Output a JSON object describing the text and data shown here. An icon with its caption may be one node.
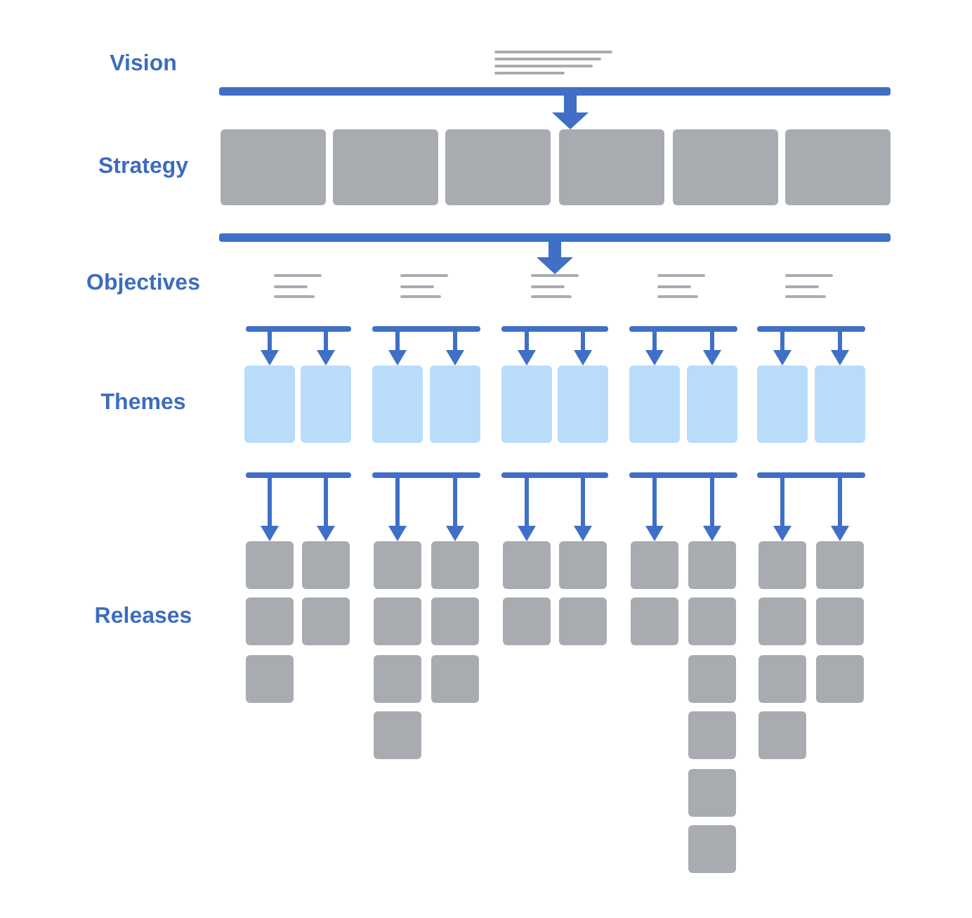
{
  "diagram": {
    "nodes": [
      {
        "text": [],
        "shape": "picture"
      },
      {
        "text": [],
        "shape": "bar"
      },
      {
        "text": [],
        "shape": "box"
      },
      {
        "text": [],
        "shape": "box"
      },
      {
        "text": [],
        "shape": "box"
      },
      {
        "text": [],
        "shape": "box"
      },
      {
        "text": [],
        "shape": "box"
      },
      {
        "text": [],
        "shape": "box"
      },
      {
        "text": [],
        "shape": "bar"
      },
      {
        "text": [],
        "shape": "picture"
      },
      {
        "text": [],
        "shape": "picture"
      },
      {
        "text": [],
        "shape": "picture"
      },
      {
        "text": [],
        "shape": "picture"
      },
      {
        "text": [],
        "shape": "picture"
      },
      {
        "text": [],
        "shape": "bar"
      },
      {
        "text": [],
        "shape": "bar"
      },
      {
        "text": [],
        "shape": "bar"
      },
      {
        "text": [],
        "shape": "bar"
      },
      {
        "text": [],
        "shape": "bar"
      },
      {
        "text": [],
        "shape": "box"
      },
      {
        "text": [],
        "shape": "box"
      },
      {
        "text": [],
        "shape": "box"
      },
      {
        "text": [],
        "shape": "box"
      },
      {
        "text": [],
        "shape": "box"
      },
      {
        "text": [],
        "shape": "box"
      },
      {
        "text": [],
        "shape": "box"
      },
      {
        "text": [],
        "shape": "box"
      },
      {
        "text": [],
        "shape": "box"
      },
      {
        "text": [],
        "shape": "box"
      },
      {
        "text": [],
        "shape": "bar"
      },
      {
        "text": [],
        "shape": "bar"
      },
      {
        "text": [],
        "shape": "bar"
      },
      {
        "text": [],
        "shape": "bar"
      },
      {
        "text": [],
        "shape": "bar"
      },
      {
        "text": [],
        "shape": "box"
      },
      {
        "text": [],
        "shape": "box"
      },
      {
        "text": [],
        "shape": "box"
      },
      {
        "text": [],
        "shape": "box"
      },
      {
        "text": [],
        "shape": "box"
      },
      {
        "text": [],
        "shape": "box"
      },
      {
        "text": [],
        "shape": "box"
      },
      {
        "text": [],
        "shape": "box"
      },
      {
        "text": [],
        "shape": "box"
      },
      {
        "text": [],
        "shape": "box"
      },
      {
        "text": [],
        "shape": "box"
      },
      {
        "text": [],
        "shape": "box"
      },
      {
        "text": [],
        "shape": "box"
      },
      {
        "text": [],
        "shape": "box"
      },
      {
        "text": [],
        "shape": "box"
      },
      {
        "text": [],
        "shape": "box"
      },
      {
        "text": [],
        "shape": "box"
      },
      {
        "text": [],
        "shape": "box"
      },
      {
        "text": [],
        "shape": "box"
      },
      {
        "text": [],
        "shape": "box"
      },
      {
        "text": [],
        "shape": "box"
      },
      {
        "text": [],
        "shape": "box"
      },
      {
        "text": [],
        "shape": "box"
      },
      {
        "text": [],
        "shape": "box"
      },
      {
        "text": [],
        "shape": "box"
      },
      {
        "text": [],
        "shape": "box"
      },
      {
        "text": [],
        "shape": "box"
      },
      {
        "text": [],
        "shape": "box"
      },
      {
        "text": [],
        "shape": "box"
      },
      {
        "text": [],
        "shape": "box"
      },
      {
        "text": [],
        "shape": "box"
      }
    ],
    "edges": [
      {
        "from": 1,
        "to": 5,
        "arrow": "to",
        "style": "thick"
      },
      {
        "from": 8,
        "to": 11,
        "arrow": "to",
        "style": "thick"
      },
      {
        "from": 14,
        "to": 19,
        "arrow": "to"
      },
      {
        "from": 14,
        "to": 20,
        "arrow": "to"
      },
      {
        "from": 15,
        "to": 21,
        "arrow": "to"
      },
      {
        "from": 15,
        "to": 22,
        "arrow": "to"
      },
      {
        "from": 16,
        "to": 23,
        "arrow": "to"
      },
      {
        "from": 16,
        "to": 24,
        "arrow": "to"
      },
      {
        "from": 17,
        "to": 25,
        "arrow": "to"
      },
      {
        "from": 17,
        "to": 26,
        "arrow": "to"
      },
      {
        "from": 18,
        "to": 27,
        "arrow": "to"
      },
      {
        "from": 18,
        "to": 28,
        "arrow": "to"
      },
      {
        "from": 29,
        "to": 34,
        "arrow": "to"
      },
      {
        "from": 29,
        "to": 37,
        "arrow": "to"
      },
      {
        "from": 30,
        "to": 39,
        "arrow": "to"
      },
      {
        "from": 30,
        "to": 43,
        "arrow": "to"
      },
      {
        "from": 31,
        "to": 46,
        "arrow": "to"
      },
      {
        "from": 31,
        "to": 48,
        "arrow": "to"
      },
      {
        "from": 32,
        "to": 50,
        "arrow": "to"
      },
      {
        "from": 32,
        "to": 52,
        "arrow": "to"
      },
      {
        "from": 33,
        "to": 58,
        "arrow": "to"
      },
      {
        "from": 33,
        "to": 62,
        "arrow": "to"
      }
    ],
    "labels": [
      "Vision",
      "Strategy",
      "Objectives",
      "Themes",
      "Releases"
    ]
  }
}
